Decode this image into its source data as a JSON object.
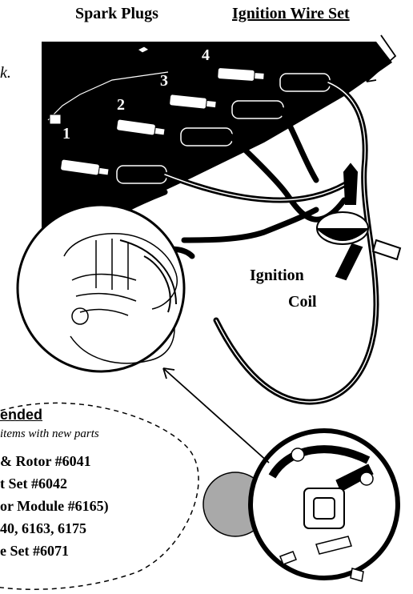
{
  "labels": {
    "spark_plugs": "Spark Plugs",
    "ignition_wire_set": "Ignition Wire Set",
    "ignition_coil_line1": "Ignition",
    "ignition_coil_line2": "Coil",
    "stray_text": "k."
  },
  "plug_numbers": [
    "1",
    "2",
    "3",
    "4"
  ],
  "recommended": {
    "title": "ended",
    "subtitle": " items with new parts",
    "lines": [
      "& Rotor #6041",
      "t Set #6042",
      "or Module #6165)",
      "40, 6163, 6175",
      "e Set #6071"
    ]
  }
}
